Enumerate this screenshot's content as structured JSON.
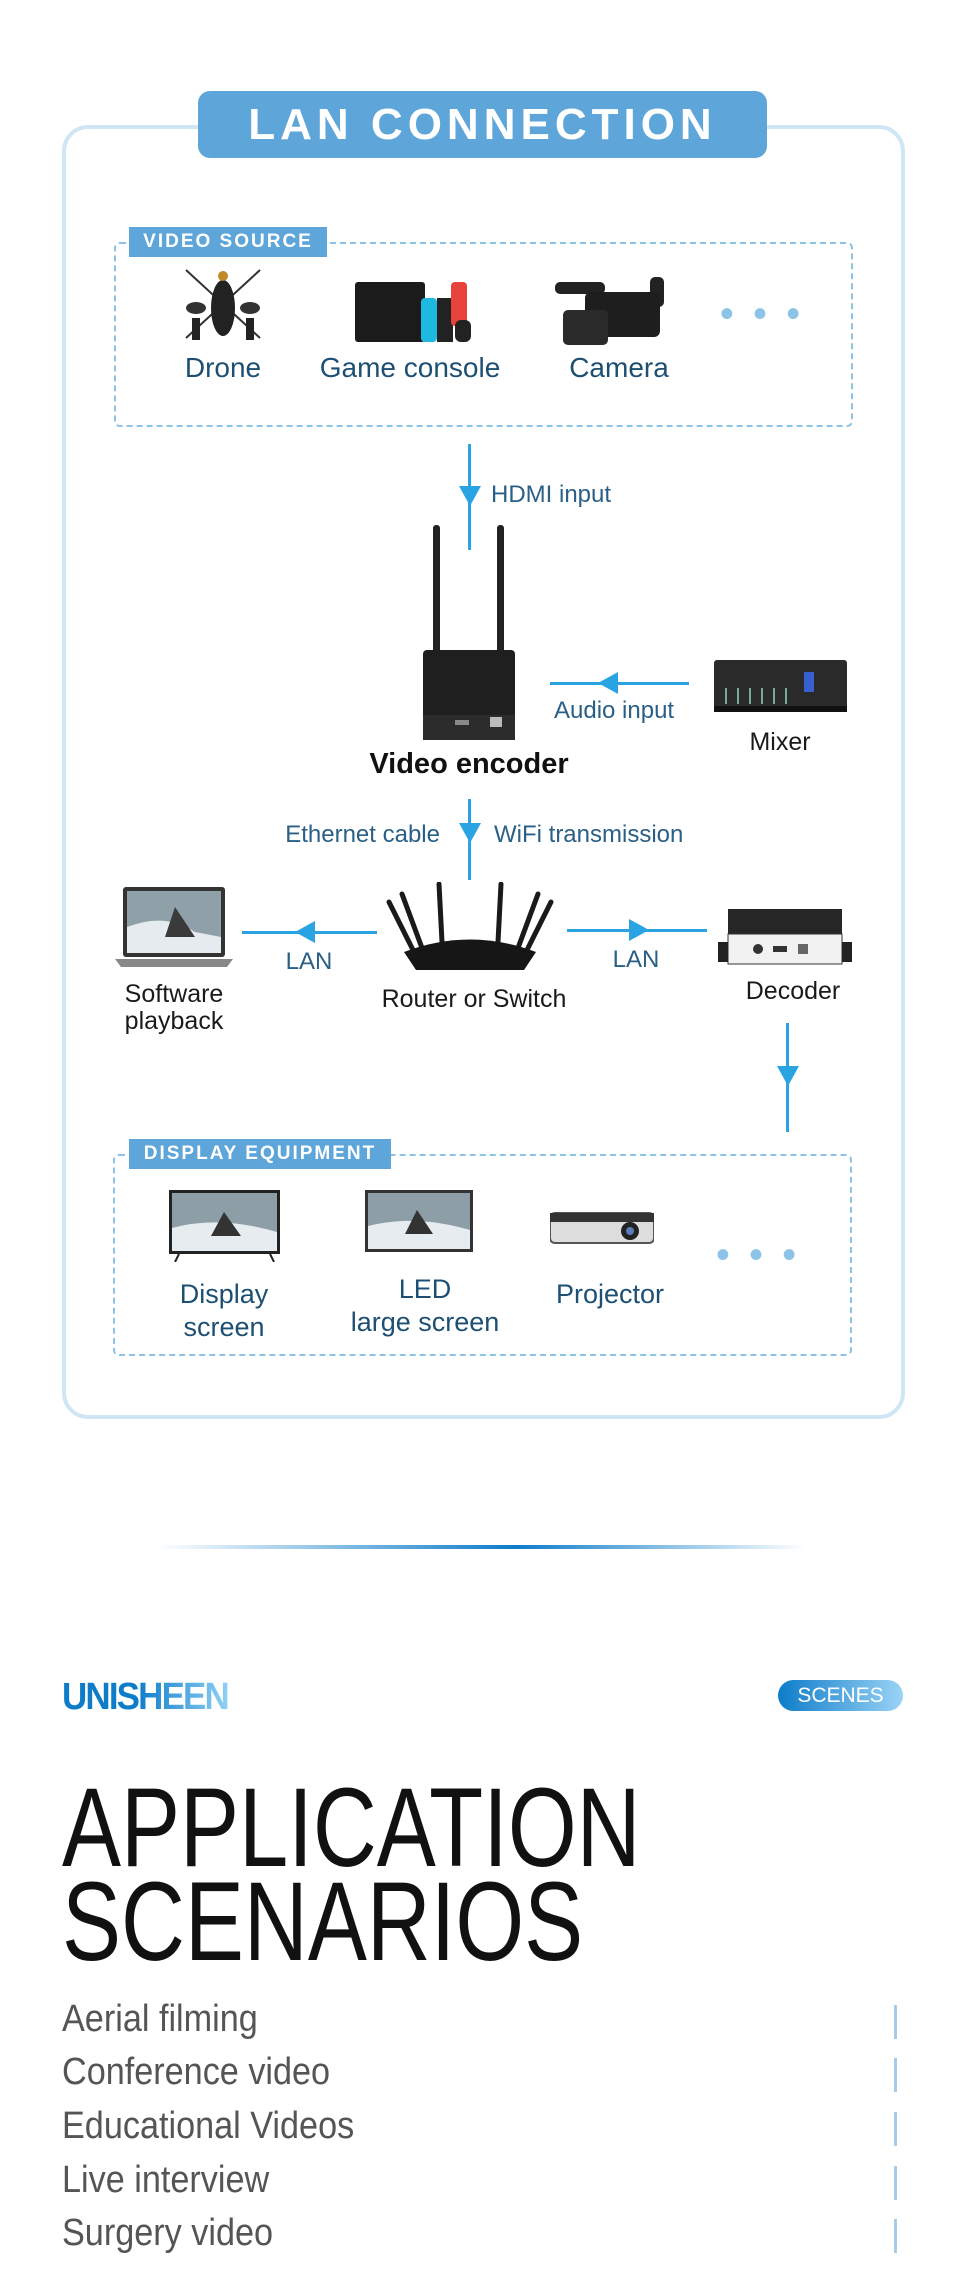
{
  "title": "LAN CONNECTION",
  "video_source": {
    "tag": "VIDEO SOURCE",
    "items": [
      {
        "label": "Drone",
        "icon": "drone-icon"
      },
      {
        "label": "Game console",
        "icon": "game-console-icon"
      },
      {
        "label": "Camera",
        "icon": "camera-icon"
      }
    ],
    "more": "• • •"
  },
  "flow": {
    "hdmi": "HDMI input",
    "encoder": "Video encoder",
    "audio": "Audio input",
    "mixer": "Mixer",
    "ethernet": "Ethernet cable",
    "wifi": "WiFi transmission",
    "router": "Router or Switch",
    "lan_left": "LAN",
    "lan_right": "LAN",
    "laptop_line1": "Software",
    "laptop_line2": "playback",
    "decoder": "Decoder"
  },
  "display": {
    "tag": "DISPLAY EQUIPMENT",
    "items": [
      {
        "line1": "Display",
        "line2": "screen"
      },
      {
        "line1": "LED",
        "line2": "large screen"
      },
      {
        "line1": "Projector",
        "line2": ""
      }
    ],
    "more": "• • •"
  },
  "brand": {
    "logo": "UNISHEEN",
    "badge": "SCENES"
  },
  "heading": {
    "line1": "APPLICATION",
    "line2": "SCENARIOS"
  },
  "scenarios": [
    "Aerial filming",
    "Conference video",
    "Educational Videos",
    "Live interview",
    "Surgery video"
  ],
  "colors": {
    "accent": "#5ea6d9",
    "arrow": "#2aa3e3",
    "brand": "#0e7cc9"
  }
}
